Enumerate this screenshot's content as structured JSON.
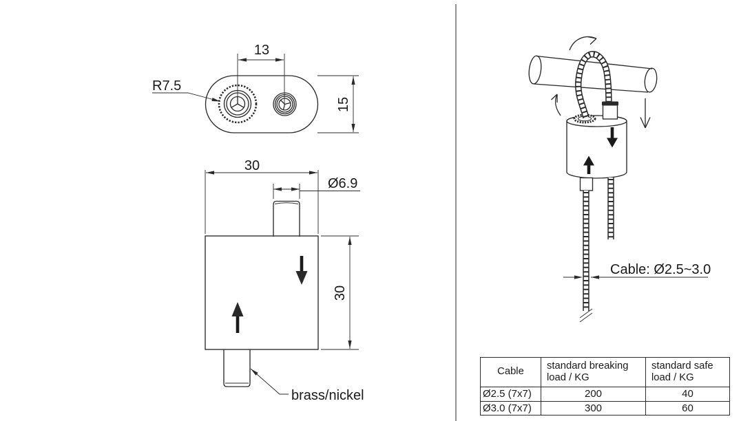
{
  "drawing": {
    "top_view": {
      "dim_hole_spacing": "13",
      "dim_corner_radius": "R7.5",
      "dim_height": "15"
    },
    "front_view": {
      "dim_body_width": "30",
      "dim_stud_diameter": "Ø6.9",
      "dim_body_height": "30",
      "material_label": "brass/nickel"
    },
    "installation_view": {
      "cable_spec_label": "Cable: Ø2.5~3.0"
    }
  },
  "spec_table": {
    "headers": [
      "Cable",
      "standard breaking load / KG",
      "standard safe load / KG"
    ],
    "rows": [
      {
        "cable": "Ø2.5 (7x7)",
        "breaking_load": "200",
        "safe_load": "40"
      },
      {
        "cable": "Ø3.0 (7x7)",
        "breaking_load": "300",
        "safe_load": "60"
      }
    ]
  },
  "colors": {
    "line": "#2a2a2a",
    "divider": "#787878"
  }
}
